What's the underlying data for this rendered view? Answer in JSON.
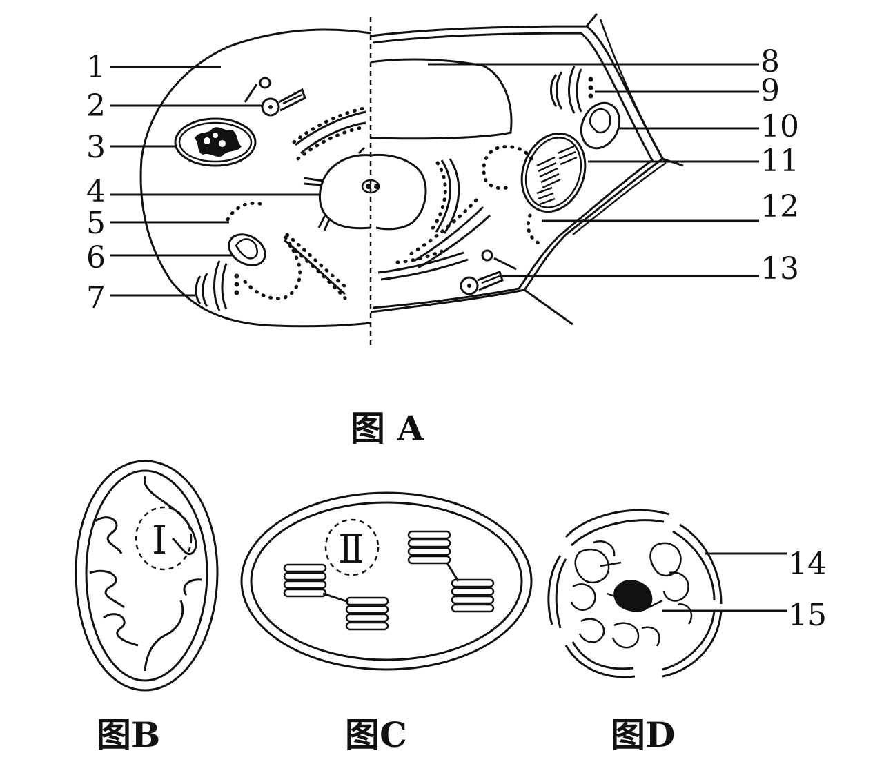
{
  "figure_a": {
    "caption": "图 A",
    "labels_left": [
      "1",
      "2",
      "3",
      "4",
      "5",
      "6",
      "7"
    ],
    "labels_right": [
      "8",
      "9",
      "10",
      "11",
      "12",
      "13"
    ]
  },
  "figure_b": {
    "caption": "图B",
    "marker": "Ⅰ"
  },
  "figure_c": {
    "caption": "图C",
    "marker": "Ⅱ"
  },
  "figure_d": {
    "caption": "图D",
    "labels": [
      "14",
      "15"
    ]
  }
}
